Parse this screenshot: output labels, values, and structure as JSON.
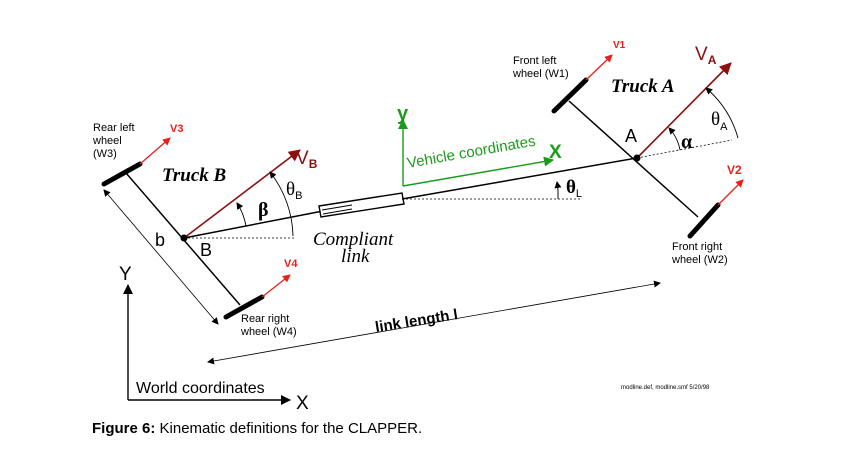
{
  "figure": {
    "caption_label": "Figure 6:",
    "caption_text": " Kinematic definitions for the CLAPPER.",
    "file_note": "modline.def, modline.smf 5/20/98"
  },
  "truck_a": {
    "name": "Truck A",
    "point": "A",
    "front_left": "Front left",
    "front_left_2": "wheel (W1)",
    "front_right": "Front right",
    "front_right_2": "wheel (W2)",
    "v1": "V1",
    "v2": "V2",
    "va": "V",
    "va_sub": "A",
    "theta_a": "θ",
    "theta_a_sub": "A",
    "alpha": "α"
  },
  "truck_b": {
    "name": "Truck B",
    "point": "B",
    "rear_left": "Rear left",
    "rear_left_2": "wheel",
    "rear_left_3": "(W3)",
    "rear_right": "Rear right",
    "rear_right_2": "wheel (W4)",
    "v3": "V3",
    "v4": "V4",
    "vb": "V",
    "vb_sub": "B",
    "theta_b": "θ",
    "theta_b_sub": "B",
    "beta": "β",
    "width": "b"
  },
  "link": {
    "compliant_1": "Compliant",
    "compliant_2": "link",
    "length_label": "link length l",
    "theta_l": "θ",
    "theta_l_sub": "L"
  },
  "vehicle_frame": {
    "label": "Vehicle coordinates",
    "x": "X",
    "y": "y"
  },
  "world_frame": {
    "label": "World coordinates",
    "x": "X",
    "y": "Y"
  },
  "colors": {
    "red": "#e8201a",
    "darkred": "#8b1010",
    "green": "#1c9a1c",
    "black": "#000000"
  }
}
